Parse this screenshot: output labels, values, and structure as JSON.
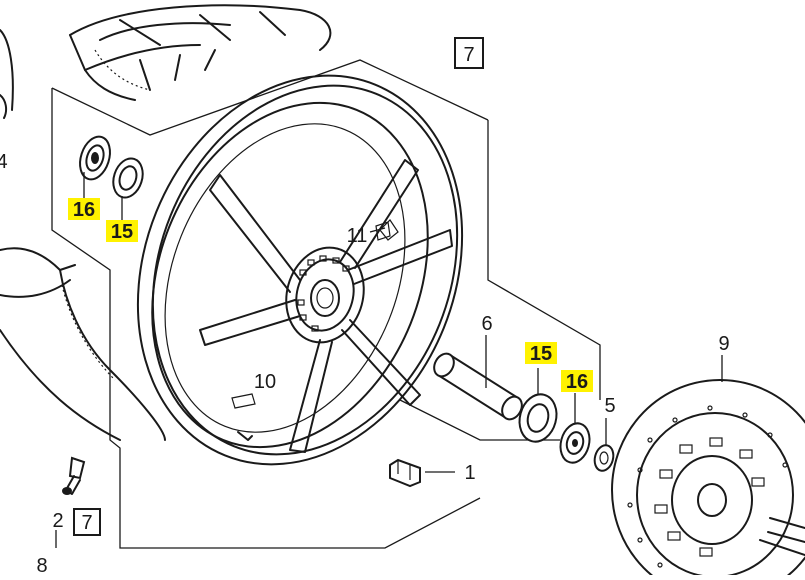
{
  "callouts": {
    "c1": "1",
    "c2": "2",
    "c4": "4",
    "c5": "5",
    "c6": "6",
    "c7_top": "7",
    "c7_bottom": "7",
    "c8": "8",
    "c9": "9",
    "c10": "10",
    "c11": "11",
    "c15_left": "15",
    "c16_left": "16",
    "c15_right": "15",
    "c16_right": "16"
  },
  "colors": {
    "highlight": "#fff200",
    "ink": "#1a1a1a",
    "background": "#ffffff"
  }
}
